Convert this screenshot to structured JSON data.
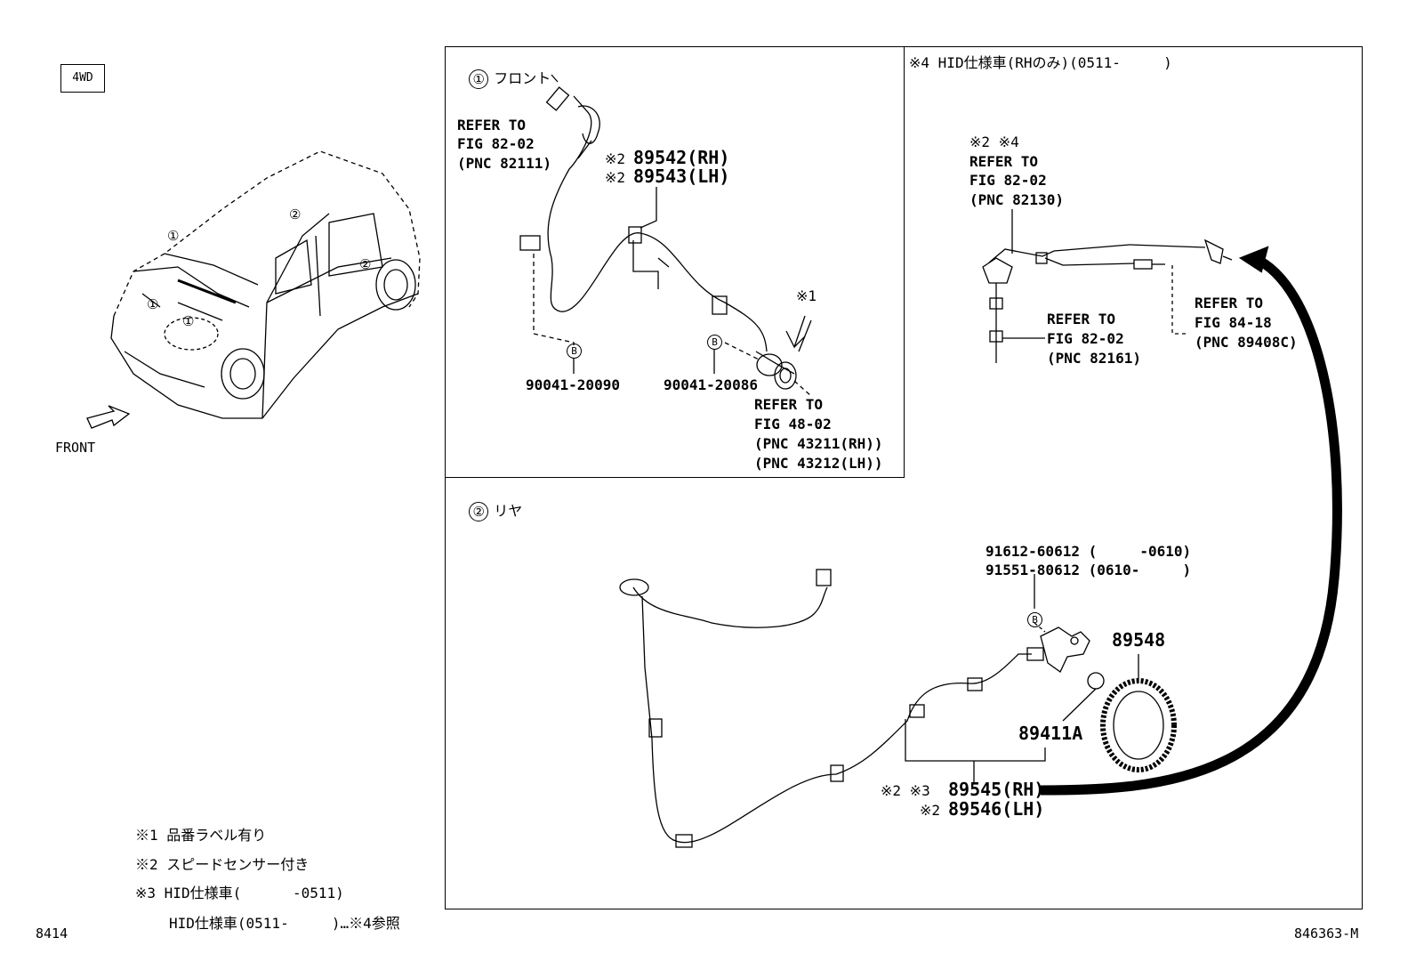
{
  "badge_4wd": "4WD",
  "front_label": "FRONT",
  "car_markers": [
    "①",
    "①",
    "①",
    "②",
    "②"
  ],
  "page_left": "8414",
  "page_right": "846363-M",
  "front_section": {
    "num": "①",
    "title": "フロント",
    "refer1": [
      "REFER TO",
      "FIG 82-02",
      "(PNC 82111)"
    ],
    "part_rh_note": "※2",
    "part_rh": "89542(RH)",
    "part_lh_note": "※2",
    "part_lh": "89543(LH)",
    "note_1": "※1",
    "b_marker": "B",
    "bolt1": "90041-20090",
    "bolt2": "90041-20086",
    "refer2": [
      "REFER TO",
      "FIG 48-02",
      "(PNC 43211(RH))",
      "(PNC 43212(LH))"
    ]
  },
  "hid_section": {
    "title": "※4 HID仕様車(RHのみ)(0511-     )",
    "note": "※2 ※4",
    "refer1": [
      "REFER TO",
      "FIG 82-02",
      "(PNC 82130)"
    ],
    "refer2": [
      "REFER TO",
      "FIG 82-02",
      "(PNC 82161)"
    ],
    "refer3": [
      "REFER TO",
      "FIG 84-18",
      "(PNC 89408C)"
    ]
  },
  "rear_section": {
    "num": "②",
    "title": "リヤ",
    "bolt_a": "91612-60612 (     -0610)",
    "bolt_b": "91551-80612 (0610-     )",
    "b_marker": "B",
    "rotor": "89548",
    "sensor": "89411A",
    "part_rh_note": "※2 ※3",
    "part_rh": "89545(RH)",
    "part_lh_note": "※2",
    "part_lh": "89546(LH)"
  },
  "legend": {
    "n1": "※1 品番ラベル有り",
    "n2": "※2 スピードセンサー付き",
    "n3": "※3 HID仕様車(      -0511)",
    "n3b": "HID仕様車(0511-     )…※4参照"
  }
}
